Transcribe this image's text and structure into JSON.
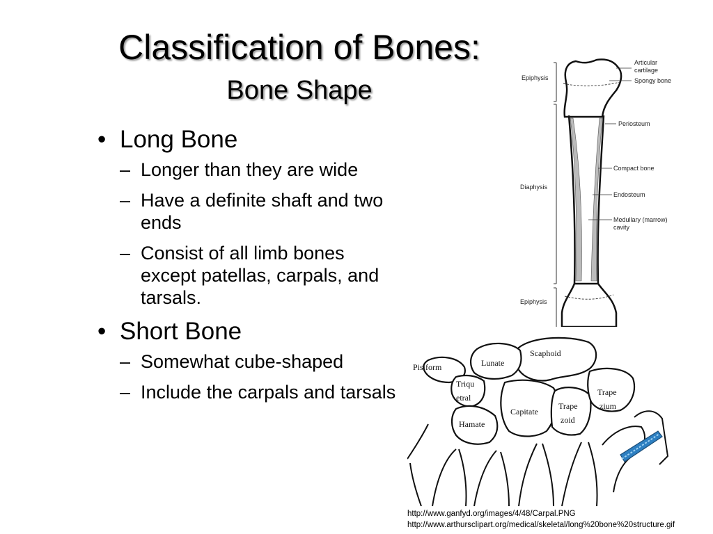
{
  "title": "Classification of Bones:",
  "subtitle": "Bone Shape",
  "bullets": [
    {
      "label": "Long Bone",
      "subs": [
        "Longer than they are wide",
        "Have a definite shaft and two ends",
        "Consist of all limb bones except patellas, carpals, and tarsals."
      ]
    },
    {
      "label": "Short Bone",
      "subs": [
        "Somewhat cube-shaped",
        "Include the carpals and tarsals"
      ]
    }
  ],
  "long_bone_labels": {
    "epiphysis_top": "Epiphysis",
    "articular": "Articular",
    "cartilage": "cartilage",
    "spongy": "Spongy bone",
    "periosteum": "Periosteum",
    "diaphysis": "Diaphysis",
    "compact": "Compact bone",
    "endosteum": "Endosteum",
    "medullary": "Medullary (marrow)",
    "cavity": "cavity",
    "epiphysis_bottom": "Epiphysis"
  },
  "carpal_labels": {
    "pisiform": "Pisiform",
    "lunate": "Lunate",
    "scaphoid": "Scaphoid",
    "triqu": "Triqu",
    "etral": "etral",
    "trape1": "Trape",
    "zium": "zium",
    "capitate": "Capitate",
    "trape2": "Trape",
    "zoid": "zoid",
    "hamate": "Hamate"
  },
  "credits": [
    "http://www.ganfyd.org/images/4/48/Carpal.PNG",
    "http://www.arthursclipart.org/medical/skeletal/long%20bone%20structure.gif"
  ],
  "bullet_glyph": "•",
  "dash_glyph": "–"
}
